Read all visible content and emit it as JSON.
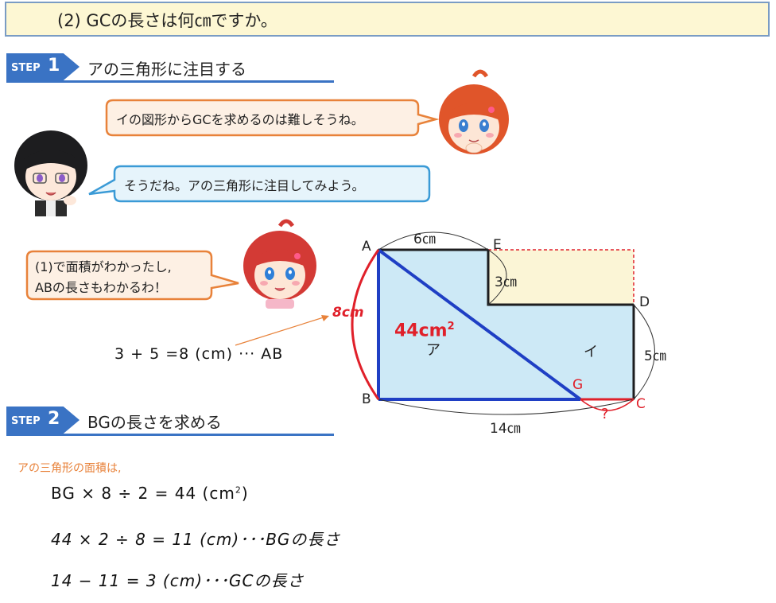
{
  "question": "(2) GCの長さは何㎝ですか。",
  "step1": {
    "word": "STEP",
    "num": "1",
    "title": "アの三角形に注目する"
  },
  "step2": {
    "word": "STEP",
    "num": "2",
    "title": "BGの長さを求める"
  },
  "bubbles": {
    "girl_top": "イの図形からGCを求めるのは難しそうね。",
    "boy": "そうだね。アの三角形に注目してみよう。",
    "girl_mid_line1": "(1)で面積がわかったし,",
    "girl_mid_line2": "ABの長さもわかるわ！"
  },
  "calc_ab": "3 + 5 =8 (cm) ··· AB",
  "diagram": {
    "A": "A",
    "B": "B",
    "C": "C",
    "D": "D",
    "E": "E",
    "G": "G",
    "len_af": "6㎝",
    "len_ef": "3㎝",
    "len_dc": "5㎝",
    "len_bc": "14㎝",
    "len_ab": "8cm",
    "area": "44cm",
    "area_exp": "2",
    "region_a": "ア",
    "region_i": "イ",
    "question_mark": "?",
    "colors": {
      "triangle_line": "#1f3fc4",
      "fill": "#cde9f6",
      "rect_fill": "#fbf5d6",
      "red": "#e0202a"
    }
  },
  "area_intro": "アの三角形の面積は,",
  "calc_lines": {
    "line1": "BG × 8 ÷ 2 = 44 (cm",
    "line1_sup": "2",
    "line1_end": ")",
    "line2": "44 × 2 ÷ 8 = 11 (cm)･･･BGの長さ",
    "line3": "14 − 11 = 3 (cm)･･･GCの長さ"
  }
}
